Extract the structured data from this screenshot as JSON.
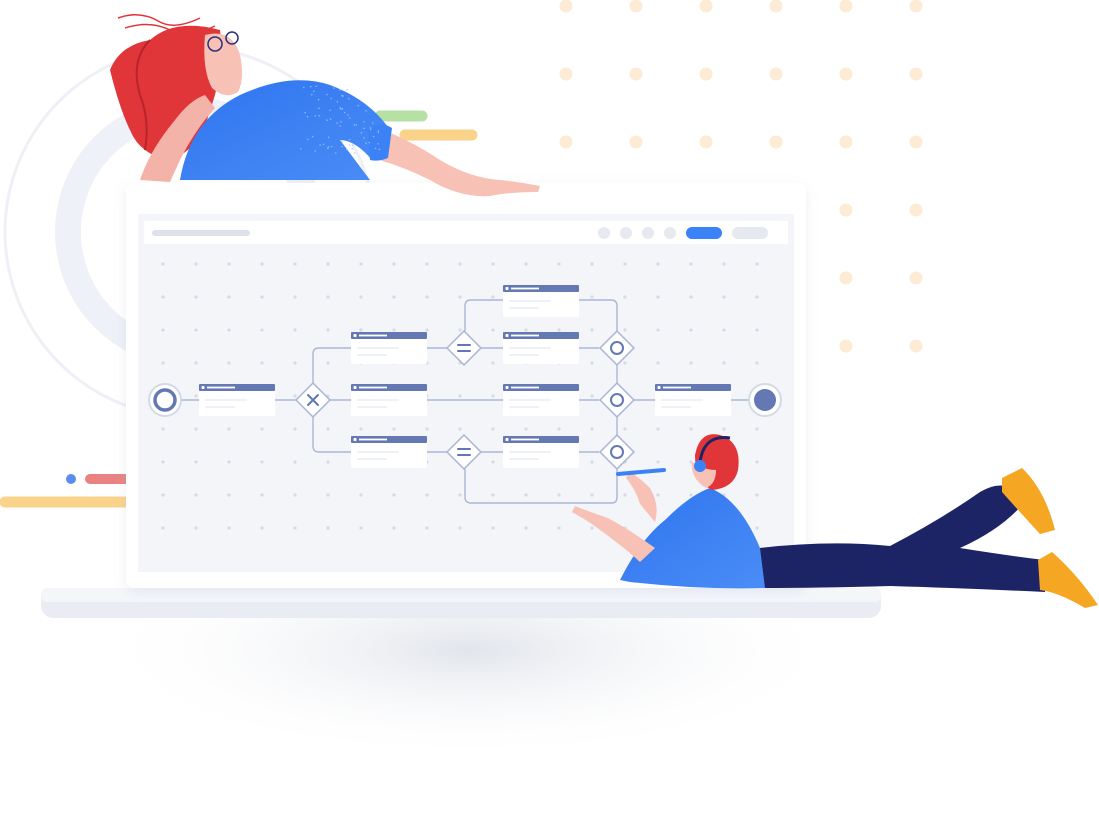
{
  "colors": {
    "accent": "#3B82F6",
    "node_header": "#6478B4",
    "flow_line": "#A9B6D6",
    "canvas_bg": "#F3F5F9",
    "hair": "#E0363A",
    "shirt": "#3B82F6",
    "pants": "#1C2466",
    "shoes": "#F5A623",
    "dots_orange": "#FDEBD6",
    "streak_green": "#B7E0A5",
    "streak_yellow": "#FAD38A",
    "streak_red": "#E98383"
  },
  "window": {
    "toolbar": {
      "buttons": [
        {
          "icon": "circle-button-icon"
        },
        {
          "icon": "circle-button-icon"
        },
        {
          "icon": "circle-button-icon"
        },
        {
          "icon": "circle-button-icon"
        }
      ],
      "primary_pill": {
        "icon": "primary-action-pill"
      },
      "secondary_pill": {
        "icon": "secondary-action-pill"
      }
    }
  },
  "diagram": {
    "events": [
      {
        "kind": "start-event"
      },
      {
        "kind": "end-event"
      }
    ],
    "gateways": [
      {
        "kind": "exclusive",
        "icon": "x-icon"
      },
      {
        "kind": "parallel",
        "icon": "equals-icon"
      },
      {
        "kind": "parallel",
        "icon": "equals-icon"
      },
      {
        "kind": "inclusive",
        "icon": "circle-icon"
      },
      {
        "kind": "inclusive",
        "icon": "circle-icon"
      },
      {
        "kind": "inclusive",
        "icon": "circle-icon"
      }
    ],
    "tasks_count": 9
  }
}
